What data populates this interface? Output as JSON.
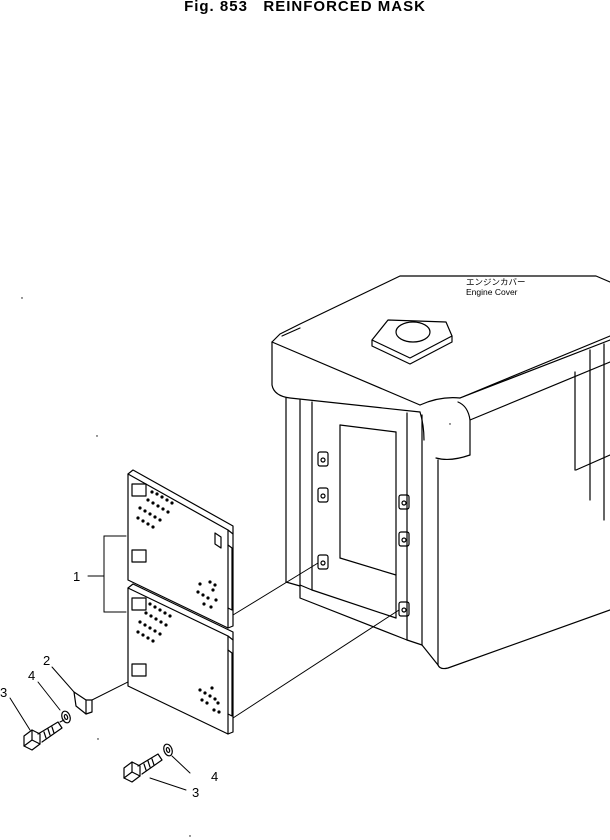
{
  "figure": {
    "title": "Fig. 853   REINFORCED MASK"
  },
  "labels": {
    "engine_cover_jp": "エンジンカバー",
    "engine_cover_en": "Engine Cover"
  },
  "callouts": {
    "c1": "1",
    "c2": "2",
    "c3a": "3",
    "c4a": "4",
    "c3b": "3",
    "c4b": "4"
  },
  "colors": {
    "line": "#000000",
    "background": "#ffffff"
  }
}
